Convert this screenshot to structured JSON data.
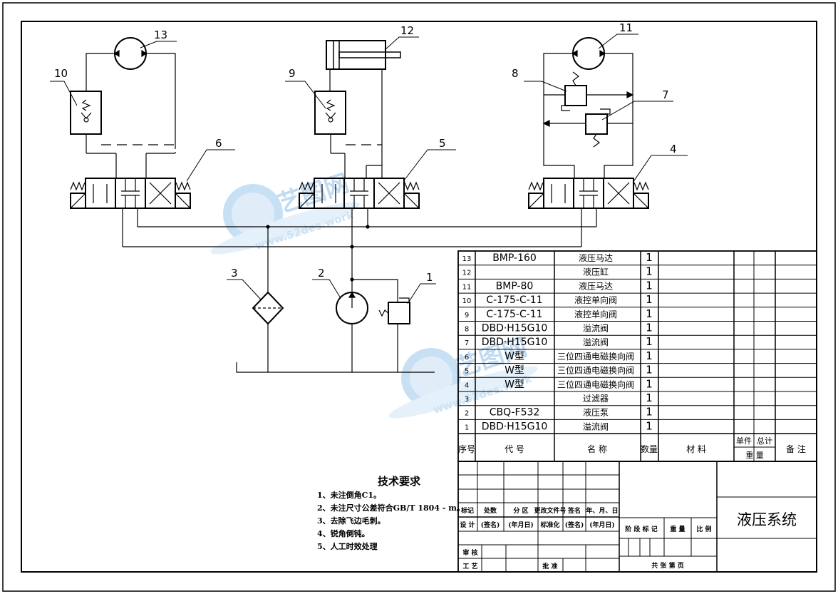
{
  "balloons": [
    "1",
    "2",
    "3",
    "4",
    "5",
    "6",
    "7",
    "8",
    "9",
    "10",
    "11",
    "12",
    "13"
  ],
  "bom_rows": [
    {
      "no": "13",
      "code": "BMP-160",
      "name": "液压马达",
      "qty": "1"
    },
    {
      "no": "12",
      "code": "",
      "name": "液压缸",
      "qty": "1"
    },
    {
      "no": "11",
      "code": "BMP-80",
      "name": "液压马达",
      "qty": "1"
    },
    {
      "no": "10",
      "code": "C-175-C-11",
      "name": "液控单向阀",
      "qty": "1"
    },
    {
      "no": "9",
      "code": "C-175-C-11",
      "name": "液控单向阀",
      "qty": "1"
    },
    {
      "no": "8",
      "code": "DBD·H15G10",
      "name": "溢流阀",
      "qty": "1"
    },
    {
      "no": "7",
      "code": "DBD·H15G10",
      "name": "溢流阀",
      "qty": "1"
    },
    {
      "no": "6",
      "code": "W型",
      "name": "三位四通电磁换向阀",
      "qty": "1"
    },
    {
      "no": "5",
      "code": "W型",
      "name": "三位四通电磁换向阀",
      "qty": "1"
    },
    {
      "no": "4",
      "code": "W型",
      "name": "三位四通电磁换向阀",
      "qty": "1"
    },
    {
      "no": "3",
      "code": "",
      "name": "过滤器",
      "qty": "1"
    },
    {
      "no": "2",
      "code": "CBQ-F532",
      "name": "液压泵",
      "qty": "1"
    },
    {
      "no": "1",
      "code": "DBD·H15G10",
      "name": "溢流阀",
      "qty": "1"
    }
  ],
  "bom_header": {
    "no": "序号",
    "code": "代 号",
    "name": "名 称",
    "qty": "数量",
    "material": "材 料",
    "unit": "单件",
    "total": "总计",
    "weight": "重 量",
    "remark": "备 注"
  },
  "tech": {
    "title": "技术要求",
    "items": [
      "1、未注倒角C1。",
      "2、未注尺寸公差符合GB/T 1804 - m。",
      "3、去除飞边毛刺。",
      "4、锐角倒钝。",
      "5、人工时效处理"
    ]
  },
  "title_block": {
    "drawing_title": "液压系统",
    "row_labels": [
      "标记",
      "处数",
      "分 区",
      "更改文件号",
      "签名",
      "年、月、日"
    ],
    "design_labels": [
      "设 计",
      "(签名)",
      "(年月日)",
      "标准化",
      "(签名)",
      "(年月日)"
    ],
    "stage_labels": [
      "阶 段 标 记",
      "重 量",
      "比 例"
    ],
    "review": "审 核",
    "process": "工 艺",
    "approve": "批 准",
    "sheets": "共   张   第   页"
  },
  "watermark": {
    "text": "艺图网",
    "url": "www.52des.work"
  }
}
